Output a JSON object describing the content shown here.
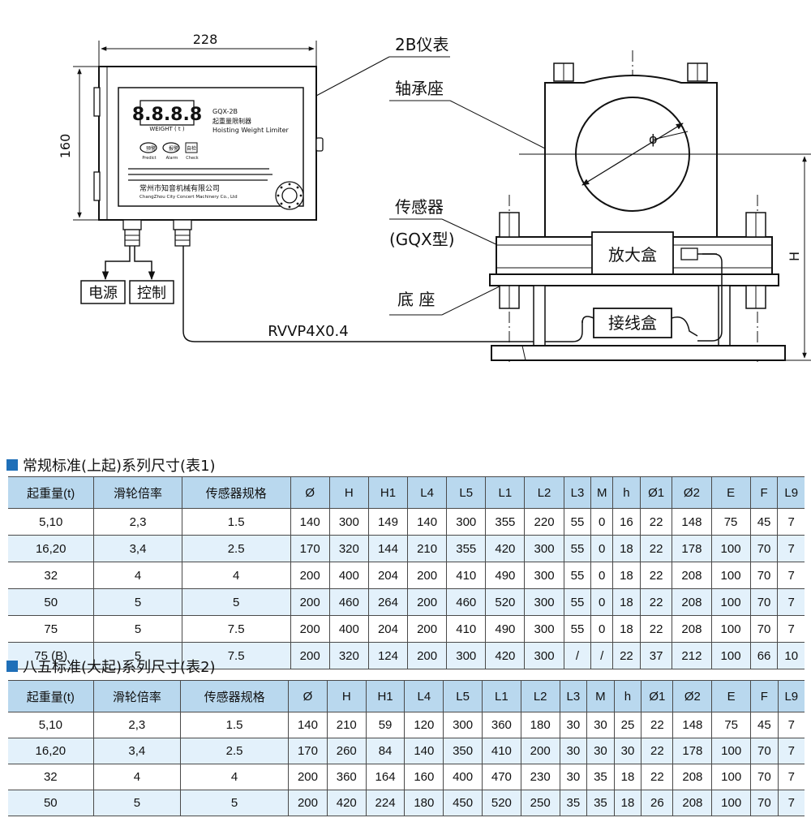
{
  "diagram": {
    "dim_width": "228",
    "dim_height": "160",
    "dim_H": "H",
    "phi": "ϕ",
    "meter": {
      "display": "8.8.8.8",
      "weight_label": "WEIGHT ( t )",
      "model": "GQX-2B",
      "name_cn": "起重量限制器",
      "name_en": "Hoisting Weight Limiter",
      "btn1_cn": "预警",
      "btn1_en": "Predict",
      "btn2_cn": "报警",
      "btn2_en": "Alarm",
      "btn3_cn": "自检",
      "btn3_en": "Check",
      "company_cn": "常州市知音机械有限公司",
      "company_en": "ChangZhou City Concert Machinery Co., Ltd"
    },
    "labels": {
      "meter": "2B仪表",
      "bearing": "轴承座",
      "sensor": "传感器",
      "sensor_type": "(GQX型)",
      "base": "底  座",
      "power": "电源",
      "control": "控制",
      "cable": "RVVP4X0.4",
      "amp_box": "放大盒",
      "junction_box": "接线盒"
    }
  },
  "tables": [
    {
      "title": "常规标准(上起)系列尺寸(表1)",
      "headers": [
        "起重量(t)",
        "滑轮倍率",
        "传感器规格",
        "Ø",
        "H",
        "H1",
        "L4",
        "L5",
        "L1",
        "L2",
        "L3",
        "M",
        "h",
        "Ø1",
        "Ø2",
        "E",
        "F",
        "L9"
      ],
      "rows": [
        [
          "5,10",
          "2,3",
          "1.5",
          "140",
          "300",
          "149",
          "140",
          "300",
          "355",
          "220",
          "55",
          "0",
          "16",
          "22",
          "148",
          "75",
          "45",
          "7"
        ],
        [
          "16,20",
          "3,4",
          "2.5",
          "170",
          "320",
          "144",
          "210",
          "355",
          "420",
          "300",
          "55",
          "0",
          "18",
          "22",
          "178",
          "100",
          "70",
          "7"
        ],
        [
          "32",
          "4",
          "4",
          "200",
          "400",
          "204",
          "200",
          "410",
          "490",
          "300",
          "55",
          "0",
          "18",
          "22",
          "208",
          "100",
          "70",
          "7"
        ],
        [
          "50",
          "5",
          "5",
          "200",
          "460",
          "264",
          "200",
          "460",
          "520",
          "300",
          "55",
          "0",
          "18",
          "22",
          "208",
          "100",
          "70",
          "7"
        ],
        [
          "75",
          "5",
          "7.5",
          "200",
          "400",
          "204",
          "200",
          "410",
          "490",
          "300",
          "55",
          "0",
          "18",
          "22",
          "208",
          "100",
          "70",
          "7"
        ],
        [
          "75 (B)",
          "5",
          "7.5",
          "200",
          "320",
          "124",
          "200",
          "300",
          "420",
          "300",
          "/",
          "/",
          "22",
          "37",
          "212",
          "100",
          "66",
          "10"
        ]
      ]
    },
    {
      "title": "八五标准(大起)系列尺寸(表2)",
      "headers": [
        "起重量(t)",
        "滑轮倍率",
        "传感器规格",
        "Ø",
        "H",
        "H1",
        "L4",
        "L5",
        "L1",
        "L2",
        "L3",
        "M",
        "h",
        "Ø1",
        "Ø2",
        "E",
        "F",
        "L9"
      ],
      "rows": [
        [
          "5,10",
          "2,3",
          "1.5",
          "140",
          "210",
          "59",
          "120",
          "300",
          "360",
          "180",
          "30",
          "30",
          "25",
          "22",
          "148",
          "75",
          "45",
          "7"
        ],
        [
          "16,20",
          "3,4",
          "2.5",
          "170",
          "260",
          "84",
          "140",
          "350",
          "410",
          "200",
          "30",
          "30",
          "30",
          "22",
          "178",
          "100",
          "70",
          "7"
        ],
        [
          "32",
          "4",
          "4",
          "200",
          "360",
          "164",
          "160",
          "400",
          "470",
          "230",
          "30",
          "35",
          "18",
          "22",
          "208",
          "100",
          "70",
          "7"
        ],
        [
          "50",
          "5",
          "5",
          "200",
          "420",
          "224",
          "180",
          "450",
          "520",
          "250",
          "35",
          "35",
          "18",
          "26",
          "208",
          "100",
          "70",
          "7"
        ]
      ]
    }
  ]
}
